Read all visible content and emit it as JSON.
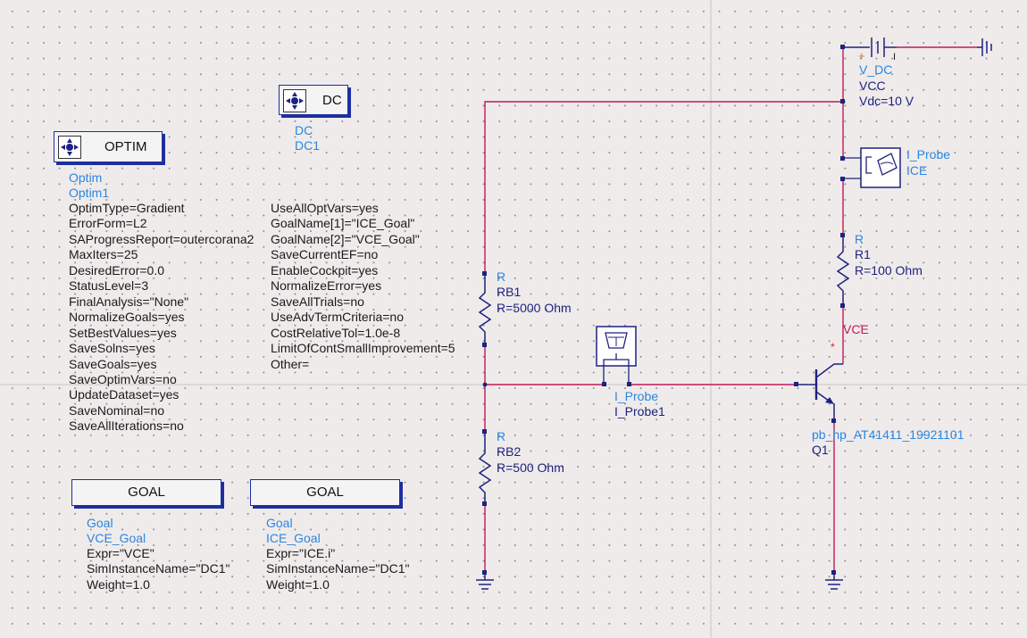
{
  "optim": {
    "header": "OPTIM",
    "type": "Optim",
    "name": "Optim1",
    "params_left": [
      "OptimType=Gradient",
      "ErrorForm=L2",
      "SAProgressReport=outercorana2",
      "MaxIters=25",
      "DesiredError=0.0",
      "StatusLevel=3",
      "FinalAnalysis=\"None\"",
      "NormalizeGoals=yes",
      "SetBestValues=yes",
      "SaveSolns=yes",
      "SaveGoals=yes",
      "SaveOptimVars=no",
      "UpdateDataset=yes",
      "SaveNominal=no",
      "SaveAllIterations=no"
    ],
    "params_right": [
      "UseAllOptVars=yes",
      "GoalName[1]=\"ICE_Goal\"",
      "GoalName[2]=\"VCE_Goal\"",
      "SaveCurrentEF=no",
      "EnableCockpit=yes",
      "NormalizeError=yes",
      "SaveAllTrials=no",
      "UseAdvTermCriteria=no",
      "CostRelativeTol=1.0e-8",
      "LimitOfContSmallImprovement=5",
      "Other="
    ]
  },
  "dc": {
    "header": "DC",
    "type": "DC",
    "name": "DC1"
  },
  "goal1": {
    "header": "GOAL",
    "type": "Goal",
    "name": "VCE_Goal",
    "params": [
      "Expr=\"VCE\"",
      "SimInstanceName=\"DC1\"",
      "Weight=1.0"
    ]
  },
  "goal2": {
    "header": "GOAL",
    "type": "Goal",
    "name": "ICE_Goal",
    "params": [
      "Expr=\"ICE.i\"",
      "SimInstanceName=\"DC1\"",
      "Weight=1.0"
    ]
  },
  "vdc": {
    "type": "V_DC",
    "name": "VCC",
    "value": "Vdc=10 V",
    "plus": "+",
    "minus": "I"
  },
  "probe_ice": {
    "type": "I_Probe",
    "name": "ICE"
  },
  "probe1": {
    "type": "I_Probe",
    "name": "I_Probe1"
  },
  "r1": {
    "type": "R",
    "name": "R1",
    "value": "R=100 Ohm"
  },
  "rb1": {
    "type": "R",
    "name": "RB1",
    "value": "R=5000 Ohm"
  },
  "rb2": {
    "type": "R",
    "name": "RB2",
    "value": "R=500 Ohm"
  },
  "node_vce": "VCE",
  "q1": {
    "model": "pb_hp_AT41411_19921101",
    "name": "Q1"
  },
  "colors": {
    "wire": "#c0195a",
    "component": "#1d237e",
    "label": "#2a86e0",
    "params": "#1a1a1a",
    "background": "#efebeb"
  }
}
